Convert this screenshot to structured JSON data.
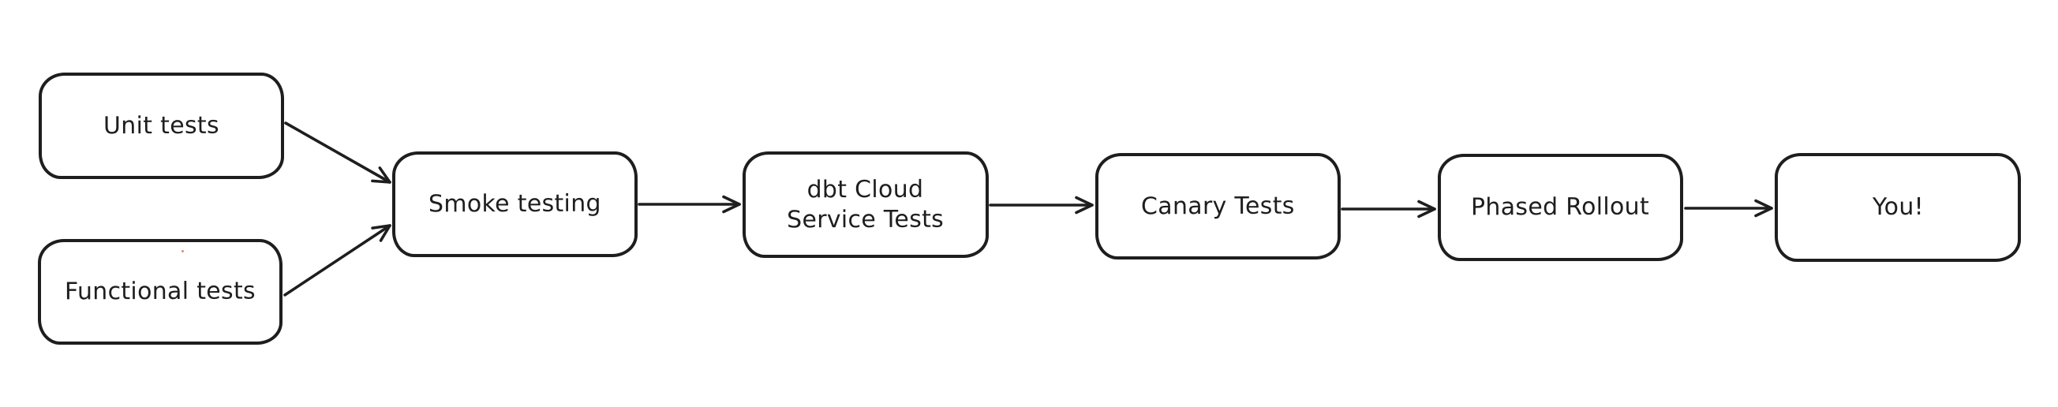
{
  "diagram": {
    "type": "flowchart",
    "style": "hand-drawn",
    "background_color": "#ffffff",
    "stroke_color": "#1e1e1e",
    "node_fill_color": "#ffffff",
    "artifact_dot_color": "#ed8181",
    "nodes": [
      {
        "id": "unit-tests",
        "label": "Unit tests"
      },
      {
        "id": "functional-tests",
        "label": "Functional tests"
      },
      {
        "id": "smoke-testing",
        "label": "Smoke testing"
      },
      {
        "id": "dbt-cloud-service-tests",
        "label": "dbt Cloud\nService Tests"
      },
      {
        "id": "canary-tests",
        "label": "Canary Tests"
      },
      {
        "id": "phased-rollout",
        "label": "Phased Rollout"
      },
      {
        "id": "you",
        "label": "You!"
      }
    ],
    "edges": [
      {
        "from": "unit-tests",
        "to": "smoke-testing"
      },
      {
        "from": "functional-tests",
        "to": "smoke-testing"
      },
      {
        "from": "smoke-testing",
        "to": "dbt-cloud-service-tests"
      },
      {
        "from": "dbt-cloud-service-tests",
        "to": "canary-tests"
      },
      {
        "from": "canary-tests",
        "to": "phased-rollout"
      },
      {
        "from": "phased-rollout",
        "to": "you"
      }
    ]
  }
}
